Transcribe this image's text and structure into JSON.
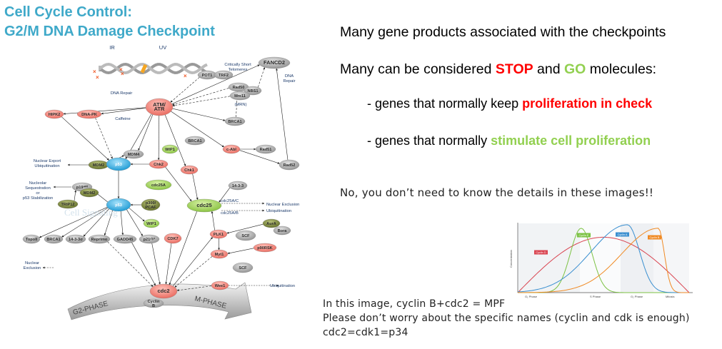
{
  "title": {
    "line1": "Cell Cycle Control:",
    "line2": "G2/M DNA Damage Checkpoint"
  },
  "bullets": {
    "line1": "Many gene products associated with the checkpoints",
    "line2_pre": "Many can be considered ",
    "stop": "STOP",
    "and": " and ",
    "go": "GO",
    "line2_post": " molecules:",
    "line3_pre": "-   genes that normally keep ",
    "line3_em": "proliferation in check",
    "line4_pre": "- genes that normally ",
    "line4_em": "stimulate cell proliferation"
  },
  "note_top": "No, you don’t need to know the details in these images!!",
  "note_bottom": {
    "line1": "In this image, cyclin B+cdc2  = MPF",
    "line2": "Please don’t worry about the specific names (cyclin and cdk is enough)",
    "line3": "cdc2=cdk1=p34"
  },
  "colors": {
    "title": "#3fa9c9",
    "stop": "#ff0000",
    "go": "#92d050",
    "node_red": "#f0857a",
    "node_gray": "#a8a8a8",
    "node_green": "#9ccc55",
    "node_olive": "#7e8a3c",
    "node_blue": "#27a8e0"
  },
  "diagram": {
    "nodes": [
      {
        "id": "fancd2",
        "label": "FANCD2",
        "type": "gray"
      },
      {
        "id": "pot1",
        "label": "POT1",
        "type": "gray"
      },
      {
        "id": "trf2",
        "label": "TRF2",
        "type": "gray"
      },
      {
        "id": "rad50",
        "label": "Rad50",
        "type": "gray"
      },
      {
        "id": "nbs1",
        "label": "NBS1",
        "type": "gray"
      },
      {
        "id": "mre11",
        "label": "Mre11",
        "type": "gray"
      },
      {
        "id": "atm",
        "label": "ATM/ ATR",
        "type": "red"
      },
      {
        "id": "hipk2",
        "label": "HIPK2",
        "type": "red"
      },
      {
        "id": "dnapk",
        "label": "DNA-PK",
        "type": "red"
      },
      {
        "id": "brca1a",
        "label": "BRCA1",
        "type": "gray"
      },
      {
        "id": "brca1b",
        "label": "BRCA1",
        "type": "gray"
      },
      {
        "id": "wip1a",
        "label": "WIP1",
        "type": "green"
      },
      {
        "id": "cabl",
        "label": "c-Abl",
        "type": "red"
      },
      {
        "id": "rad51",
        "label": "Rad51",
        "type": "gray"
      },
      {
        "id": "rad52",
        "label": "Rad52",
        "type": "gray"
      },
      {
        "id": "mdm4",
        "label": "MDM4",
        "type": "gray"
      },
      {
        "id": "mdm2a",
        "label": "MDM2",
        "type": "olive"
      },
      {
        "id": "p53a",
        "label": "p53",
        "type": "blue"
      },
      {
        "id": "chk2",
        "label": "Chk2",
        "type": "red"
      },
      {
        "id": "chk1",
        "label": "Chk1",
        "type": "red"
      },
      {
        "id": "cdc25a",
        "label": "cdc25A",
        "type": "green"
      },
      {
        "id": "p19",
        "label": "p19ᴬᴿᶠ",
        "type": "gray"
      },
      {
        "id": "mdm2b",
        "label": "MDM2",
        "type": "olive"
      },
      {
        "id": "trip12",
        "label": "TRIP12",
        "type": "olive"
      },
      {
        "id": "p53b",
        "label": "p53",
        "type": "blue"
      },
      {
        "id": "p300",
        "label": "p300/ PCAF",
        "type": "olive"
      },
      {
        "id": "cdc25",
        "label": "cdc25",
        "type": "green"
      },
      {
        "id": "f1433",
        "label": "14-3-3",
        "type": "gray"
      },
      {
        "id": "wip1b",
        "label": "WIP1",
        "type": "green"
      },
      {
        "id": "aura",
        "label": "AurA",
        "type": "olive"
      },
      {
        "id": "bora",
        "label": "Bora",
        "type": "gray"
      },
      {
        "id": "plk1",
        "label": "PLK1",
        "type": "red"
      },
      {
        "id": "scf1",
        "label": "SCF",
        "type": "gray"
      },
      {
        "id": "cdk7",
        "label": "CDK7",
        "type": "red"
      },
      {
        "id": "topo",
        "label": "TopoII",
        "type": "gray"
      },
      {
        "id": "brca1c",
        "label": "BRCA1",
        "type": "gray"
      },
      {
        "id": "s1433",
        "label": "14-3-3σ",
        "type": "gray"
      },
      {
        "id": "reprimo",
        "label": "Reprimo",
        "type": "gray"
      },
      {
        "id": "gadd45",
        "label": "GADD45",
        "type": "gray"
      },
      {
        "id": "p21",
        "label": "p21ᶜⁱᵖ¹",
        "type": "gray"
      },
      {
        "id": "p90",
        "label": "p90RSK",
        "type": "red"
      },
      {
        "id": "myt1",
        "label": "Myt1",
        "type": "red"
      },
      {
        "id": "scf2",
        "label": "SCF",
        "type": "gray"
      },
      {
        "id": "wee1",
        "label": "Wee1",
        "type": "red"
      },
      {
        "id": "cdc2",
        "label": "cdc2",
        "type": "red"
      },
      {
        "id": "cycb",
        "label": "Cyclin B",
        "type": "gray"
      }
    ],
    "labels": {
      "ir": "IR",
      "uv": "UV",
      "telomeres1": "Critically Short",
      "telomeres2": "Telomeres",
      "dna_repair_r1": "DNA",
      "dna_repair_r2": "Repair",
      "dna_repair_l": "DNA Repair",
      "mrn": "(MRN)",
      "caffeine": "Caffeine",
      "nuc_export1": "Nuclear Export",
      "nuc_export2": "Ubiquitination",
      "nucleolar1": "Nucleolar",
      "nucleolar2": "Sequestration",
      "nucleolar3": "or",
      "nucleolar4": "p53 Stabilization",
      "cdc25ac": "cdc25A/C",
      "cdc25ab": "cdc25A/B",
      "nuc_excl_r": "Nuclear Exclusion",
      "ubiq_r": "Ubiquitination",
      "nuc_excl_l1": "Nuclear",
      "nuc_excl_l2": "Exclusion",
      "ubiq_b": "Ubiquitination",
      "g2": "G2-PHASE",
      "m": "M-PHASE",
      "watermark": "Cell Signaling"
    }
  },
  "cyclin_chart": {
    "ylabel": "Concentration",
    "phases": [
      "G₁ Phase",
      "S Phase",
      "G₂ Phase",
      "Mitosis"
    ],
    "series": [
      {
        "name": "Cyclin D",
        "color": "#d9434f"
      },
      {
        "name": "Cyclin E",
        "color": "#7cc243"
      },
      {
        "name": "Cyclin A",
        "color": "#3a8fd0"
      },
      {
        "name": "Cyclin B",
        "color": "#f08a24"
      }
    ]
  }
}
